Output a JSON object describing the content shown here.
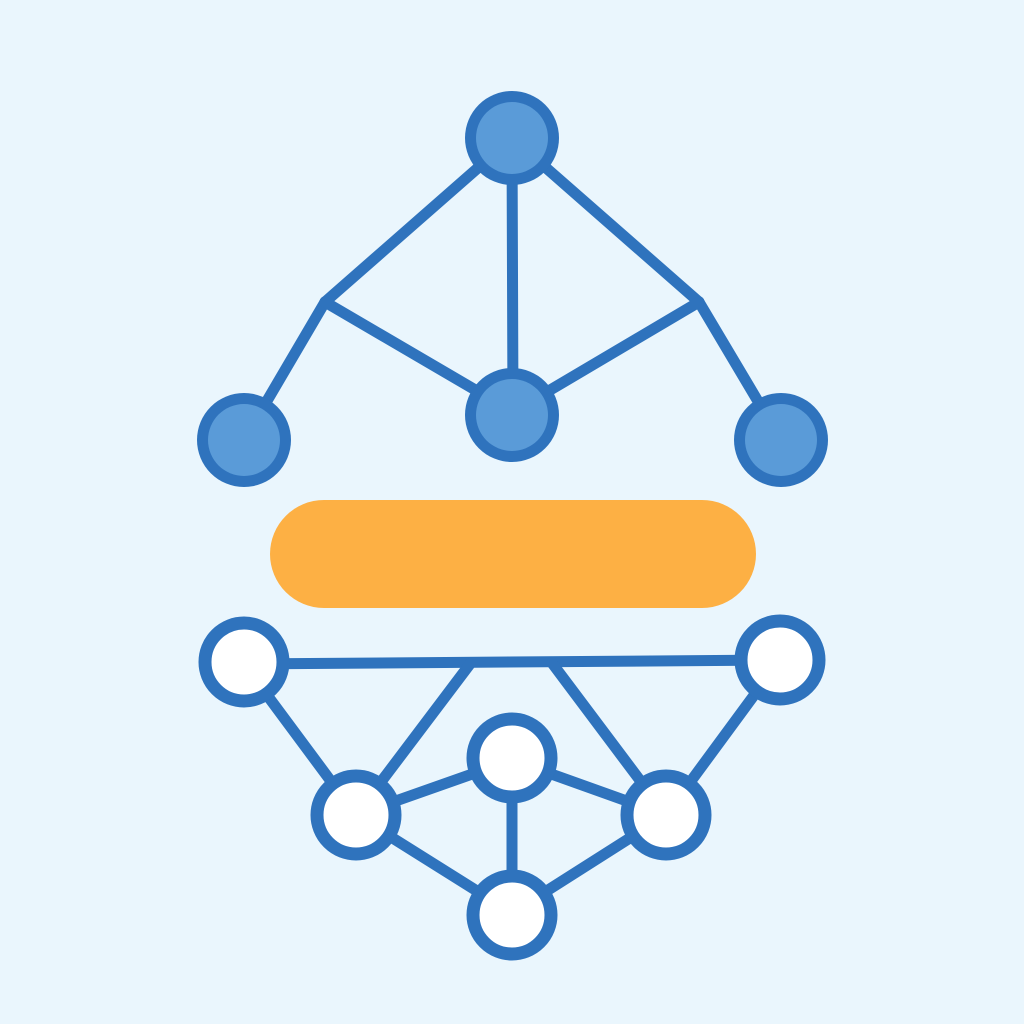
{
  "colors": {
    "background": "#eaf6fd",
    "edge_blue": "#2f73bd",
    "node_fill_blue": "#5a9bd8",
    "node_hollow_fill": "#ffffff",
    "divider_orange": "#fdb044"
  },
  "diagram": {
    "upper_graph": {
      "node_style": "filled",
      "node_count": 4
    },
    "divider": {
      "shape": "pill"
    },
    "lower_graph": {
      "node_style": "hollow",
      "node_count": 6
    }
  }
}
